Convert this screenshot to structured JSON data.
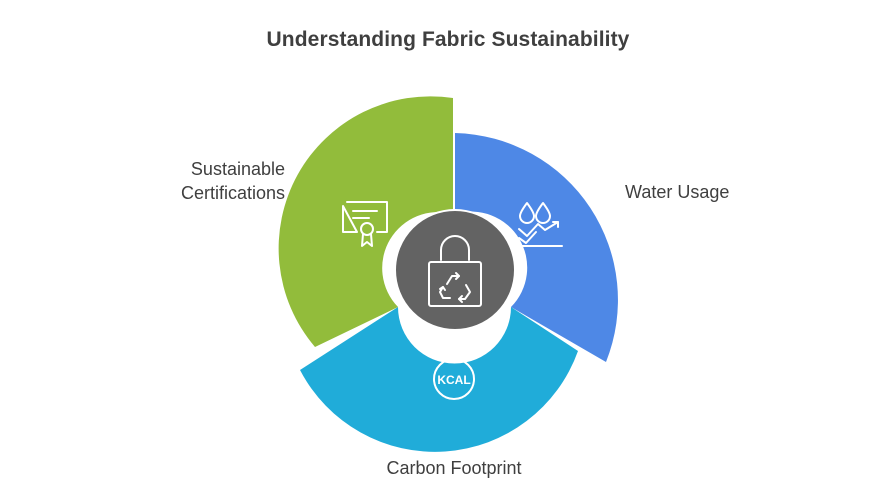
{
  "title": "Understanding Fabric Sustainability",
  "segments": {
    "water": {
      "label": "Water Usage",
      "color": "#4e88e6",
      "icon": "water-drops-trend-icon"
    },
    "carbon": {
      "label": "Carbon Footprint",
      "color": "#20acd9",
      "icon": "kcal-icon",
      "icon_text": "KCAL"
    },
    "certifications": {
      "label_line1": "Sustainable",
      "label_line2": "Certifications",
      "color": "#92bc3b",
      "icon": "certificate-icon"
    }
  },
  "center": {
    "color": "#636363",
    "icon": "recycle-bag-icon"
  }
}
